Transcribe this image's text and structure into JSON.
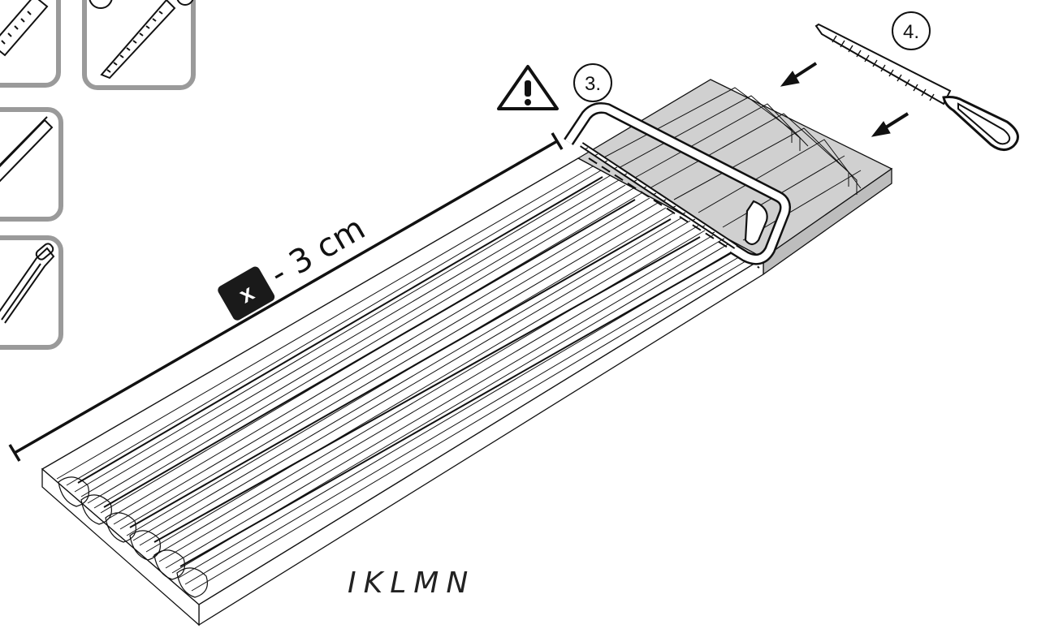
{
  "steps": {
    "saw": "3.",
    "file": "4."
  },
  "measurement": {
    "variable": "x",
    "offset": "- 3 cm"
  },
  "profile_code": "IKLMN",
  "icons": {
    "warning": "warning-triangle-icon",
    "saw": "hacksaw-icon",
    "file": "file-rasp-icon",
    "tool_tiles": [
      "measuring-tape-icon",
      "saw-blade-icon",
      "pencil-icon",
      "hacksaw-icon"
    ]
  },
  "colors": {
    "ink": "#111111",
    "tile_border": "#9a9a9a",
    "cut_zone": "#d0d0d0",
    "badge": "#1a1a1a"
  }
}
